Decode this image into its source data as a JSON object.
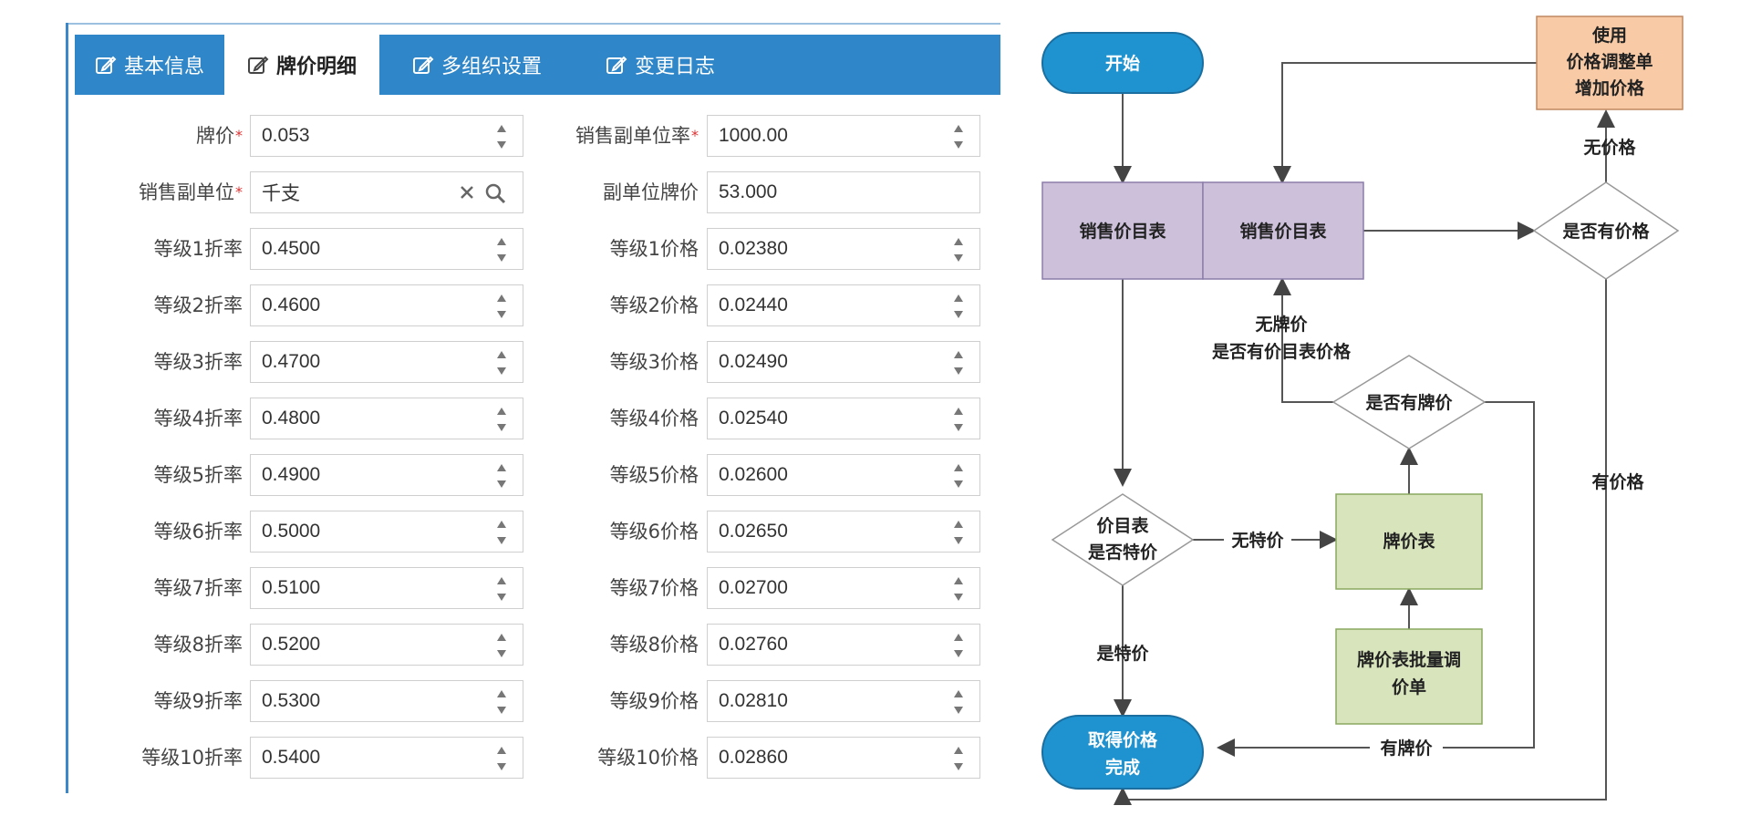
{
  "tabs": [
    {
      "label": "基本信息",
      "active": false
    },
    {
      "label": "牌价明细",
      "active": true
    },
    {
      "label": "多组织设置",
      "active": false
    },
    {
      "label": "变更日志",
      "active": false
    }
  ],
  "form": {
    "list_price": {
      "label": "牌价",
      "required": "*",
      "value": "0.053"
    },
    "sub_unit_rate": {
      "label": "销售副单位率",
      "required": "*",
      "value": "1000.00"
    },
    "sub_unit": {
      "label": "销售副单位",
      "required": "*",
      "value": "千支"
    },
    "sub_unit_price": {
      "label": "副单位牌价",
      "value": "53.000"
    },
    "grades": [
      {
        "rate_label": "等级1折率",
        "rate": "0.4500",
        "price_label": "等级1价格",
        "price": "0.02380"
      },
      {
        "rate_label": "等级2折率",
        "rate": "0.4600",
        "price_label": "等级2价格",
        "price": "0.02440"
      },
      {
        "rate_label": "等级3折率",
        "rate": "0.4700",
        "price_label": "等级3价格",
        "price": "0.02490"
      },
      {
        "rate_label": "等级4折率",
        "rate": "0.4800",
        "price_label": "等级4价格",
        "price": "0.02540"
      },
      {
        "rate_label": "等级5折率",
        "rate": "0.4900",
        "price_label": "等级5价格",
        "price": "0.02600"
      },
      {
        "rate_label": "等级6折率",
        "rate": "0.5000",
        "price_label": "等级6价格",
        "price": "0.02650"
      },
      {
        "rate_label": "等级7折率",
        "rate": "0.5100",
        "price_label": "等级7价格",
        "price": "0.02700"
      },
      {
        "rate_label": "等级8折率",
        "rate": "0.5200",
        "price_label": "等级8价格",
        "price": "0.02760"
      },
      {
        "rate_label": "等级9折率",
        "rate": "0.5300",
        "price_label": "等级9价格",
        "price": "0.02810"
      },
      {
        "rate_label": "等级10折率",
        "rate": "0.5400",
        "price_label": "等级10价格",
        "price": "0.02860"
      }
    ]
  },
  "flowchart": {
    "start": "开始",
    "sales_price_list_1": "销售价目表",
    "sales_price_list_2": "销售价目表",
    "adjust_line1": "使用",
    "adjust_line2": "价格调整单",
    "adjust_line3": "增加价格",
    "no_price_label": "无价格",
    "has_price_decision": "是否有价格",
    "has_price_label": "有价格",
    "no_list_price_label": "无牌价",
    "check_price_list_label": "是否有价目表价格",
    "has_list_price_decision": "是否有牌价",
    "special_decision_line1": "价目表",
    "special_decision_line2": "是否特价",
    "no_special_label": "无特价",
    "list_price_table": "牌价表",
    "batch_line1": "牌价表批量调",
    "batch_line2": "价单",
    "is_special_label": "是特价",
    "has_list_price_label": "有牌价",
    "done_line1": "取得价格",
    "done_line2": "完成"
  },
  "colors": {
    "tab_bg": "#2f86c8",
    "start_fill": "#1f93d0",
    "sales_list_fill": "#ccc0da",
    "adjust_fill": "#f8cba6",
    "list_table_fill": "#d7e4bc",
    "required": "#e03030"
  },
  "icons": {
    "tab": "edit-icon",
    "spinner": "spinner-arrows-icon",
    "clear": "close-icon",
    "search": "search-icon"
  }
}
